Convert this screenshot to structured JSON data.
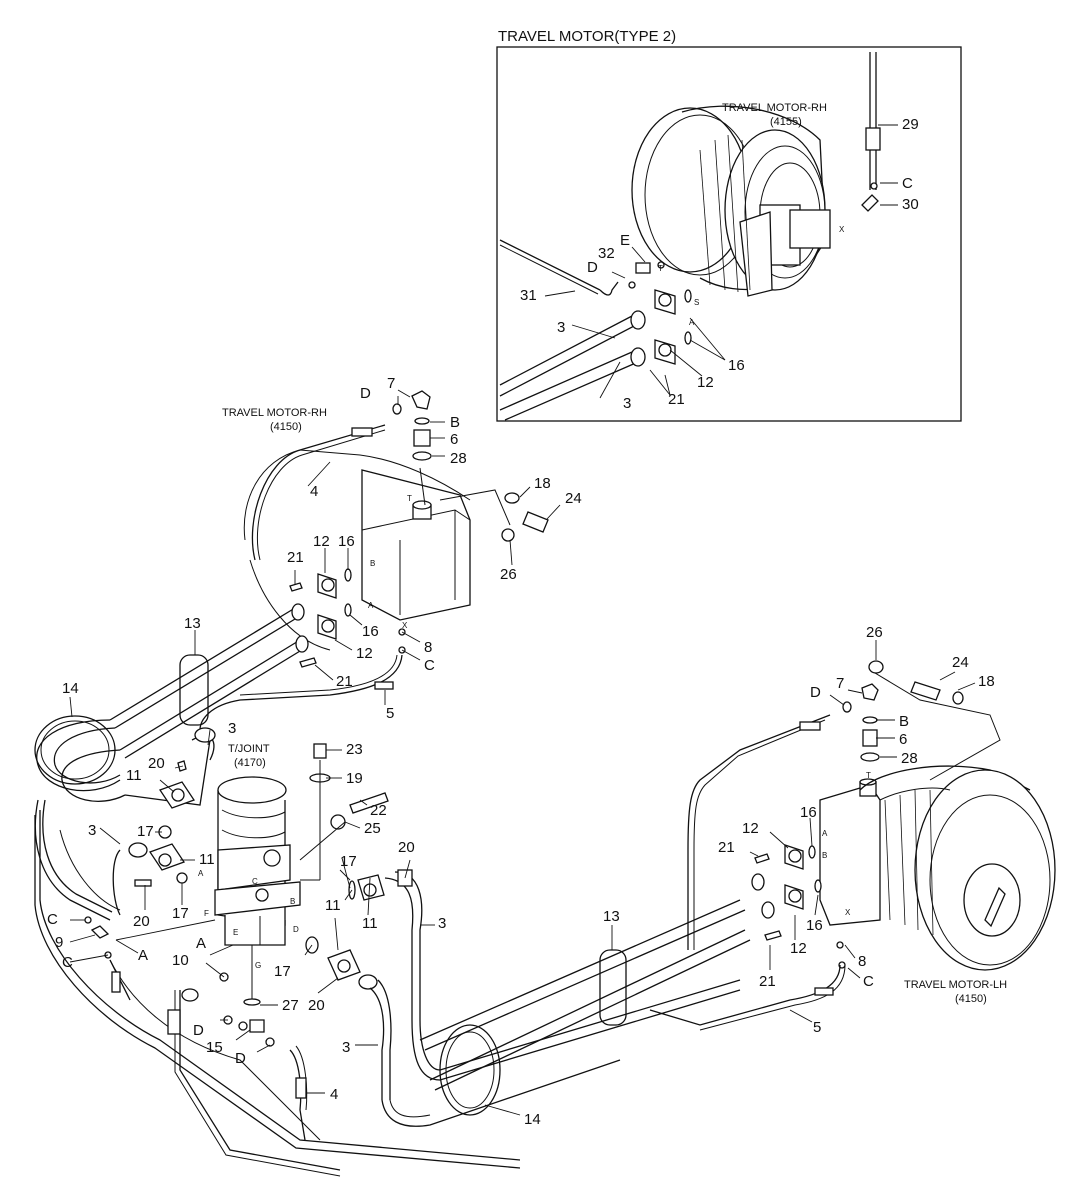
{
  "inset": {
    "title": "TRAVEL MOTOR(TYPE 2)",
    "motor_label": "TRAVEL MOTOR-RH",
    "motor_code": "(4155)"
  },
  "motors": {
    "rh_label": "TRAVEL MOTOR-RH",
    "rh_code": "(4150)",
    "lh_label": "TRAVEL MOTOR-LH",
    "lh_code": "(4150)",
    "tjoint_label": "T/JOINT",
    "tjoint_code": "(4170)"
  },
  "port_letters": {
    "T": "T",
    "B": "B",
    "A": "A",
    "X": "X",
    "C": "C",
    "D": "D",
    "E": "E",
    "F": "F",
    "G": "G",
    "S": "S"
  },
  "callouts": {
    "p1": "29",
    "p2": "C",
    "p3": "30",
    "p4": "E",
    "p5": "32",
    "p6": "D",
    "p7": "31",
    "p8": "3",
    "p9": "16",
    "p10": "12",
    "p11": "3",
    "p12": "21",
    "p13": "7",
    "p14": "D",
    "p15": "B",
    "p16": "6",
    "p17": "28",
    "p18": "4",
    "p19": "18",
    "p20": "24",
    "p21": "26",
    "p22": "12",
    "p23": "16",
    "p24": "21",
    "p25": "16",
    "p26": "13",
    "p27": "8",
    "p28": "12",
    "p29": "C",
    "p30": "21",
    "p31": "5",
    "p32": "14",
    "p33": "3",
    "p34": "23",
    "p35": "19",
    "p36": "20",
    "p37": "11",
    "p38": "22",
    "p39": "25",
    "p40": "3",
    "p41": "17",
    "p42": "11",
    "p43": "20",
    "p44": "17",
    "p45": "17",
    "p46": "20",
    "p47": "C",
    "p48": "9",
    "p49": "A",
    "p50": "C",
    "p51": "A",
    "p52": "10",
    "p53": "11",
    "p54": "3",
    "p55": "11",
    "p56": "17",
    "p57": "20",
    "p58": "27",
    "p59": "D",
    "p60": "15",
    "p61": "D",
    "p62": "3",
    "p63": "4",
    "p64": "14",
    "p65": "13",
    "p66": "26",
    "p67": "24",
    "p68": "18",
    "p69": "7",
    "p70": "D",
    "p71": "B",
    "p72": "6",
    "p73": "28",
    "p74": "12",
    "p75": "16",
    "p76": "21",
    "p77": "16",
    "p78": "12",
    "p79": "21",
    "p80": "8",
    "p81": "C",
    "p82": "5"
  }
}
